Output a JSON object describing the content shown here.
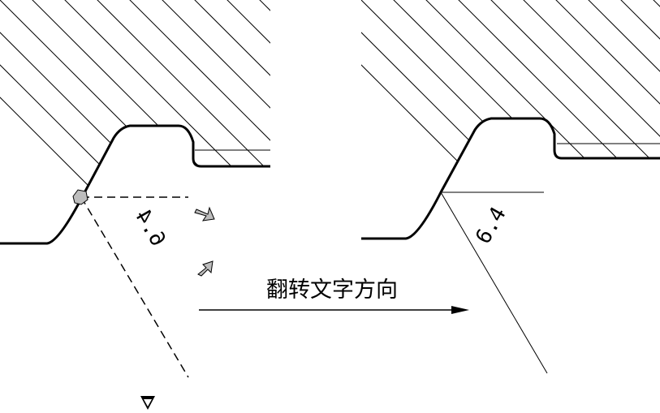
{
  "left_view": {
    "annotation_text": "6.4",
    "annotation_mirrored": true
  },
  "right_view": {
    "annotation_text": "6.4",
    "annotation_mirrored": false
  },
  "transition": {
    "label": "翻转文字方向"
  },
  "icons": [
    "rotate-handle-icon",
    "rotate-cursor-icon",
    "triangle-down-icon"
  ]
}
